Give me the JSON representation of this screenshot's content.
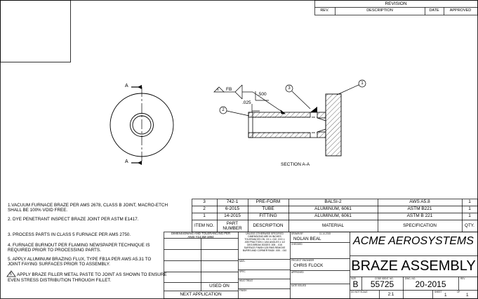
{
  "revision_block": {
    "title": "REVISION",
    "headers": [
      "REV.",
      "DESCRIPTION",
      "DATE",
      "APPROVED"
    ]
  },
  "drawing": {
    "section_marker": "A",
    "section_label": "SECTION A-A",
    "callouts": [
      "1",
      "2",
      "3"
    ],
    "weld_symbol": {
      "note_number": "6",
      "process": "FB",
      "dim_length": ".500",
      "dim_gap": ".025"
    }
  },
  "bom": {
    "headers": [
      "ITEM NO.",
      "PART NUMBER",
      "DESCRIPTION",
      "MATERIAL",
      "SPECIFICATION",
      "QTY."
    ],
    "rows": [
      [
        "3",
        "742-1",
        "PRE-FORM",
        "BALSI-2",
        "AWS A5.8",
        "1"
      ],
      [
        "2",
        "6-2015",
        "TUBE",
        "ALUMINUM, 6061",
        "ASTM B221",
        "1"
      ],
      [
        "1",
        "14-2015",
        "FITTING",
        "ALUMINUM, 6061",
        "ASTM B 221",
        "1"
      ]
    ]
  },
  "notes": [
    "1.VACUUM FURNACE BRAZE PER AMS 2678, CLASS B JOINT, MACRO-ETCH",
    "SHALL BE 100% VOID FREE.",
    "2. DYE PENETRANT INSPECT BRAZE JOINT PER ASTM E1417.",
    "3. PROCESS PARTS IN CLASS 5 FURNACE PER AMS 2750.",
    "4. FURNACE BURNOUT PER FLAMING NEWSPAPER TECHNIQUE IS",
    "REQUIRED PRIOR TO PROCESSING PARTS.",
    "5. APPLY ALUMINUM BRAZING FLUX, TYPE FB1A PER AWS A5.31 TO",
    "JOINT FAYING SURFACES PRIOR TO ASSEMBLY.",
    "6",
    "APPLY BRAZE FILLER METAL PASTE TO JOINT AS SHOWN TO ENSURE",
    "EVEN STRESS DISTRIBUTION THROUGH FILLET."
  ],
  "title_block": {
    "dim_tol_header": "DIMENSIONING AND TOLERANCING PER ANSI Y14.5M-1994",
    "used_on": "USED ON",
    "next_application": "NEXT APPLICATION",
    "spec_text": "UNLESS OTHERWISE SPECIFIED DIMENSIONS ARE IN INCHES TOLERANCES ON .XX ± .010 .XXX ± .005 FRACTION ± 1/64 ANGLES ± 1/2 DEG BREAK EDGES .005 - .015 SURFACE FINISH 125 RMS REMOVE BURRS AND CORNER RADII .005 - .010",
    "approval_labels": [
      "MATL",
      "SPEC",
      "HEAT TREAT",
      "FINISH"
    ],
    "drawn_by_label": "DRAWN BY",
    "drawn_date": "11-14-2015",
    "drawn_by": "NOLAN BEAL",
    "checked_label": "CHECKED",
    "project_engineer_label": "PROJECT ENGINEER",
    "project_engineer": "CHRIS FLOCK",
    "approved_label": "APPROVED",
    "date_issued_label": "DATE ISSUED",
    "company": "ACME AEROSYSTEMS",
    "title": "BRAZE ASSEMBLY",
    "size_label": "SIZE",
    "size": "B",
    "cage_label": "CODE IDENT. NO.",
    "cage": "55725",
    "dwg_no_label": "DWG. NO.",
    "dwg_no": "20-2015",
    "rev_label": "REV",
    "scale_label": "DO NOT SCALE",
    "scale": "2:1",
    "sheet_label": "SHEET",
    "sheet": "1",
    "of_label": "OF",
    "of": "1"
  }
}
